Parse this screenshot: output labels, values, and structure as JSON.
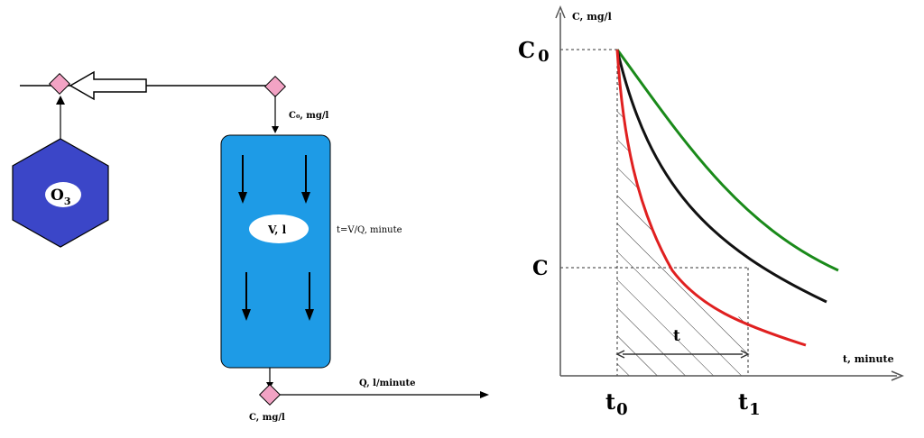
{
  "reactor": {
    "ozone_label_main": "O",
    "ozone_label_sub": "3",
    "inlet_label": "C₀, mg/l",
    "volume_label": "V, l",
    "time_label": "t=V/Q, minute",
    "outlet_flow_label": "Q, l/minute",
    "outlet_conc_label": "C, mg/l"
  },
  "plot": {
    "y_axis_label": "C, mg/l",
    "x_axis_label": "t, minute",
    "c0_main": "C",
    "c0_sub": "0",
    "c_label": "C",
    "t0_main": "t",
    "t0_sub": "0",
    "t1_main": "t",
    "t1_sub": "1",
    "interval_label": "t",
    "colors": {
      "green_curve": "#1a8a1a",
      "black_curve": "#111111",
      "red_curve": "#e02020"
    }
  },
  "colors": {
    "hexagon_fill": "#3b46c8",
    "reactor_fill": "#1e9be6",
    "valve_fill": "#f2a3c4"
  }
}
